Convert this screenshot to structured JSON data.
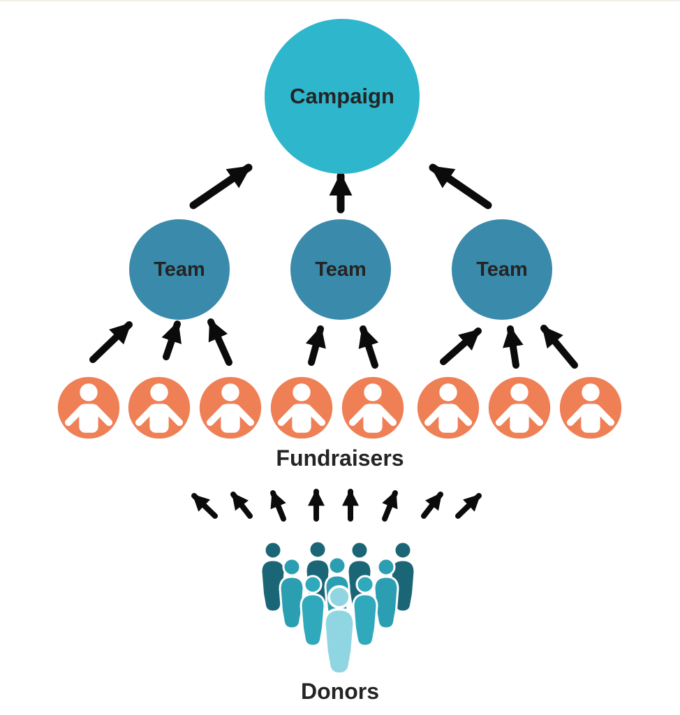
{
  "nodes": {
    "campaign": {
      "label": "Campaign"
    },
    "teams": [
      {
        "label": "Team"
      },
      {
        "label": "Team"
      },
      {
        "label": "Team"
      }
    ],
    "fundraisers": {
      "label": "Fundraisers",
      "count": 8,
      "icon": "person-badge-icon"
    },
    "donors": {
      "label": "Donors",
      "count": 10,
      "icon": "crowd-icon"
    }
  },
  "edges": {
    "teams_to_campaign": 3,
    "fundraisers_to_teams": 8,
    "donors_to_fundraisers": 8,
    "direction": "upward"
  },
  "colors": {
    "background": "#ffffff",
    "campaign_circle": "#2eb6cd",
    "team_circle": "#3a8aab",
    "fundraiser_orange": "#ef7f55",
    "icon_white": "#ffffff",
    "donor_dark": "#1b6676",
    "donor_medium": "#2b9fb1",
    "donor_front": "#2fa9bb",
    "donor_light": "#90d6e2",
    "arrow": "#0b0b0b",
    "text": "#242424"
  }
}
